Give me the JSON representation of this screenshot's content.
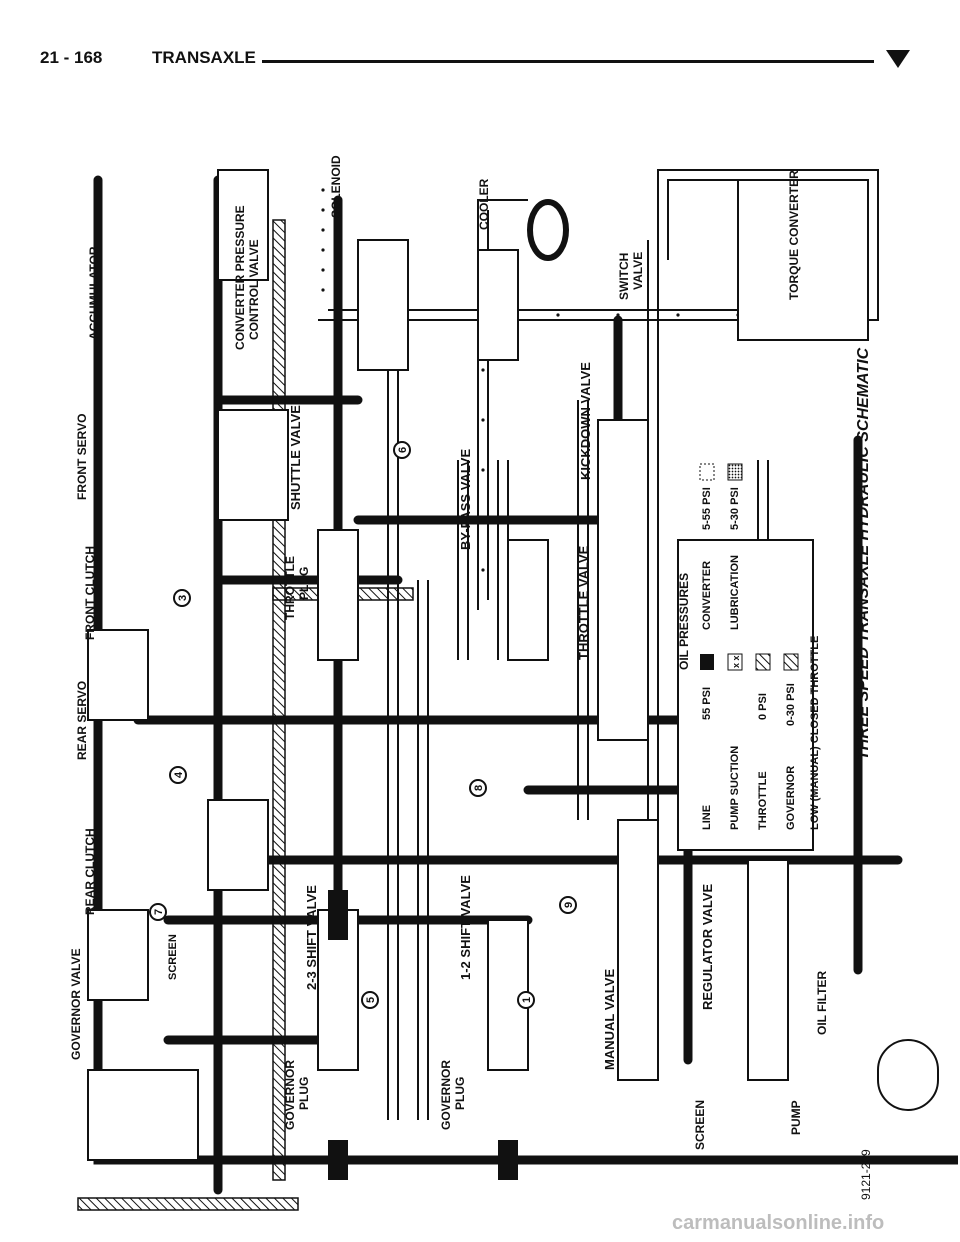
{
  "header": {
    "page_number": "21 - 168",
    "section": "TRANSAXLE"
  },
  "figure": {
    "caption": "THREE SPEED TRANSAXLE HYDRAULIC SCHEMATIC",
    "figure_id": "9121-209",
    "component_labels": {
      "accumulator": "ACCUMULATOR",
      "front_servo": "FRONT SERVO",
      "front_clutch": "FRONT CLUTCH",
      "rear_servo": "REAR SERVO",
      "rear_clutch": "REAR CLUTCH",
      "governor_valve": "GOVERNOR VALVE",
      "screen_left": "SCREEN",
      "screen_pump": "SCREEN",
      "converter_pressure_control_valve_1": "CONVERTER PRESSURE",
      "converter_pressure_control_valve_2": "CONTROL VALVE",
      "solenoid": "SOLENOID",
      "cooler": "COOLER",
      "switch_valve_1": "SWITCH",
      "switch_valve_2": "VALVE",
      "torque_converter": "TORQUE CONVERTER",
      "shuttle_valve": "SHUTTLE VALVE",
      "throttle_plug_1": "THROTTLE",
      "throttle_plug_2": "PLUG",
      "bypass_valve": "BY-PASS VALVE",
      "kickdown_valve": "KICKDOWN VALVE",
      "throttle_valve": "THROTTLE VALVE",
      "shift_valve_23": "2-3 SHIFT VALVE",
      "shift_valve_12": "1-2 SHIFT VALVE",
      "governor_plug_a_1": "GOVERNOR",
      "governor_plug_a_2": "PLUG",
      "governor_plug_b_1": "GOVERNOR",
      "governor_plug_b_2": "PLUG",
      "manual_valve": "MANUAL VALVE",
      "regulator_valve": "REGULATOR VALVE",
      "oil_filter": "OIL FILTER",
      "pump": "PUMP"
    },
    "check_balls": [
      "1",
      "3",
      "4",
      "5",
      "6",
      "7",
      "8",
      "9"
    ],
    "legend": {
      "title": "OIL PRESSURES",
      "rows": [
        {
          "name": "LINE",
          "value": "55 PSI",
          "pattern": "solid"
        },
        {
          "name": "PUMP SUCTION",
          "value": "",
          "pattern": "x"
        },
        {
          "name": "THROTTLE",
          "value": "0 PSI",
          "pattern": "hatch"
        },
        {
          "name": "GOVERNOR",
          "value": "0-30 PSI",
          "pattern": "hatch"
        },
        {
          "name": "CONVERTER",
          "value": "5-55 PSI",
          "pattern": "dotted"
        },
        {
          "name": "LUBRICATION",
          "value": "5-30 PSI",
          "pattern": "fine"
        }
      ],
      "footer": "LOW (MANUAL) CLOSED THROTTLE"
    }
  },
  "watermark": "carmanualsonline.info"
}
